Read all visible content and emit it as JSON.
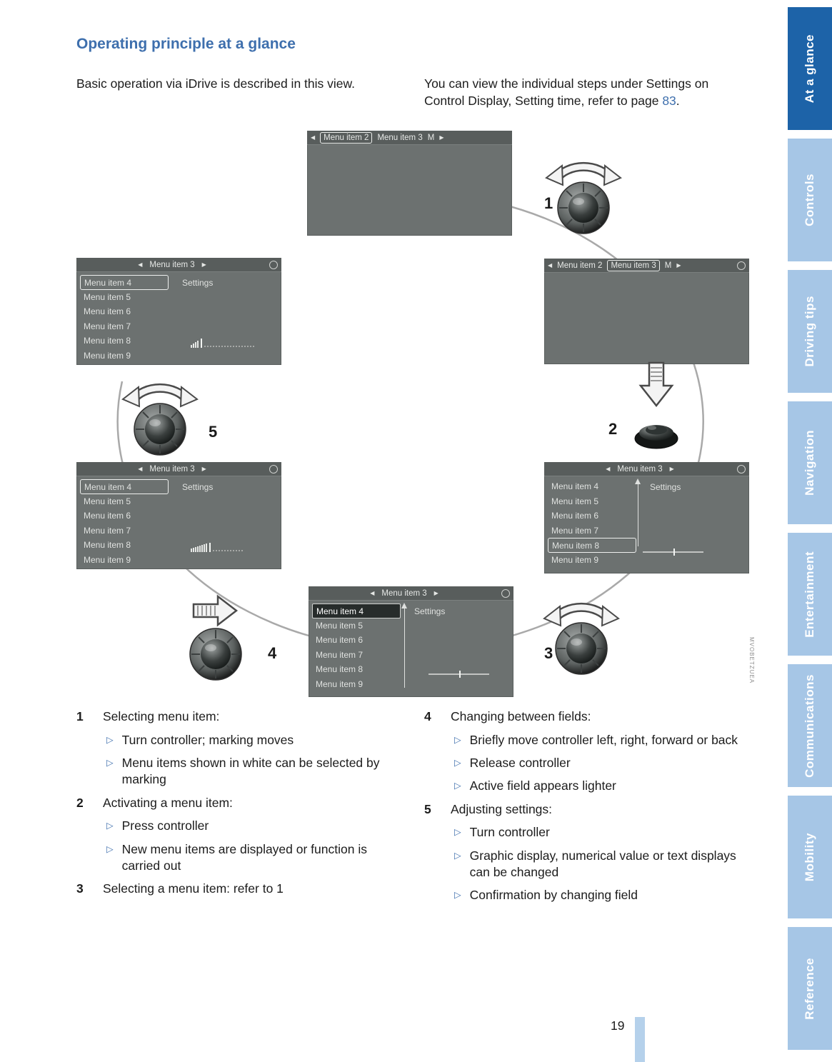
{
  "header": {
    "title": "Operating principle at a glance",
    "intro_left": "Basic operation via iDrive is described in this view.",
    "intro_right_pre": "You can view the individual steps under Set­tings on Control Display, Setting time, refer to page ",
    "intro_right_link": "83",
    "intro_right_post": "."
  },
  "sidebar": {
    "active_color": "#1d63a8",
    "inactive_color": "#a6c6e6",
    "tabs": [
      {
        "label": "At a glance",
        "active": true
      },
      {
        "label": "Controls",
        "active": false
      },
      {
        "label": "Driving tips",
        "active": false
      },
      {
        "label": "Navigation",
        "active": false
      },
      {
        "label": "Entertainment",
        "active": false
      },
      {
        "label": "Communications",
        "active": false
      },
      {
        "label": "Mobility",
        "active": false
      },
      {
        "label": "Reference",
        "active": false
      }
    ]
  },
  "icons": {
    "bullet": "▷",
    "left_arrow": "◀",
    "right_arrow": "▶"
  },
  "diagram": {
    "steps": [
      "1",
      "2",
      "3",
      "4",
      "5"
    ],
    "watermark": "MVOBETZUEA",
    "top_screen": {
      "tab_left": "Menu item 2",
      "tab_mid": "Menu item 3",
      "tab_right": "M"
    },
    "menu_screen": {
      "header": "Menu item 3",
      "settings": "Settings",
      "items": [
        "Menu item 4",
        "Menu item 5",
        "Menu item 6",
        "Menu item 7",
        "Menu item 8",
        "Menu item 9"
      ]
    }
  },
  "instructions": {
    "left": [
      {
        "num": "1",
        "title": "Selecting menu item:",
        "bullets": [
          "Turn controller; marking moves",
          "Menu items shown in white can be selected by marking"
        ]
      },
      {
        "num": "2",
        "title": "Activating a menu item:",
        "bullets": [
          "Press controller",
          "New menu items are displayed or function is carried out"
        ]
      },
      {
        "num": "3",
        "title": "Selecting a menu item: refer to 1",
        "bullets": []
      }
    ],
    "right": [
      {
        "num": "4",
        "title": "Changing between fields:",
        "bullets": [
          "Briefly move controller left, right, forward or back",
          "Release controller",
          "Active field appears lighter"
        ]
      },
      {
        "num": "5",
        "title": "Adjusting settings:",
        "bullets": [
          "Turn controller",
          "Graphic display, numerical value or text displays can be changed",
          "Confirmation by changing field"
        ]
      }
    ]
  },
  "footer": {
    "page_number": "19"
  }
}
